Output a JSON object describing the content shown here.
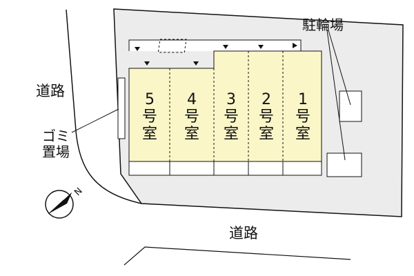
{
  "labels": {
    "road_left": "道路",
    "road_bottom": "道路",
    "garbage_line1": "ゴミ",
    "garbage_line2": "置場",
    "bicycle_parking": "駐輪場"
  },
  "rooms": [
    {
      "num": "5",
      "suffix1": "号",
      "suffix2": "室"
    },
    {
      "num": "4",
      "suffix1": "号",
      "suffix2": "室"
    },
    {
      "num": "3",
      "suffix1": "号",
      "suffix2": "室"
    },
    {
      "num": "2",
      "suffix1": "号",
      "suffix2": "室"
    },
    {
      "num": "1",
      "suffix1": "号",
      "suffix2": "室"
    }
  ],
  "compass": {
    "letter": "N"
  },
  "colors": {
    "site_fill": "#ececec",
    "building_fill": "#fbf6c8",
    "outline": "#111111"
  }
}
